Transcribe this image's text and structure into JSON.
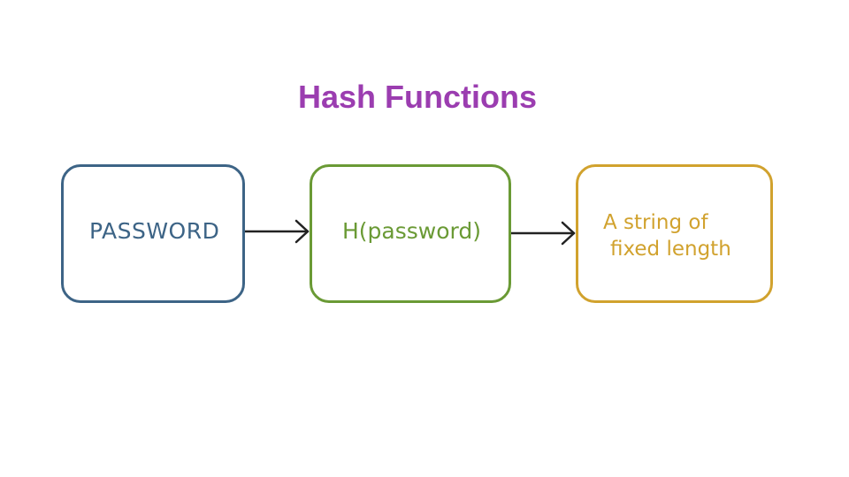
{
  "title": "Hash Functions",
  "nodes": [
    {
      "label": "PASSWORD",
      "color": "#3d6486"
    },
    {
      "label": "H(password)",
      "color": "#6a9a35"
    },
    {
      "label_line1": "A string of",
      "label_line2": "fixed length",
      "color": "#d1a22e"
    }
  ],
  "edges": [
    {
      "from": "PASSWORD",
      "to": "H(password)"
    },
    {
      "from": "H(password)",
      "to": "A string of fixed length"
    }
  ],
  "colors": {
    "title": "#9b3db0",
    "arrow": "#222222",
    "background": "#ffffff"
  }
}
